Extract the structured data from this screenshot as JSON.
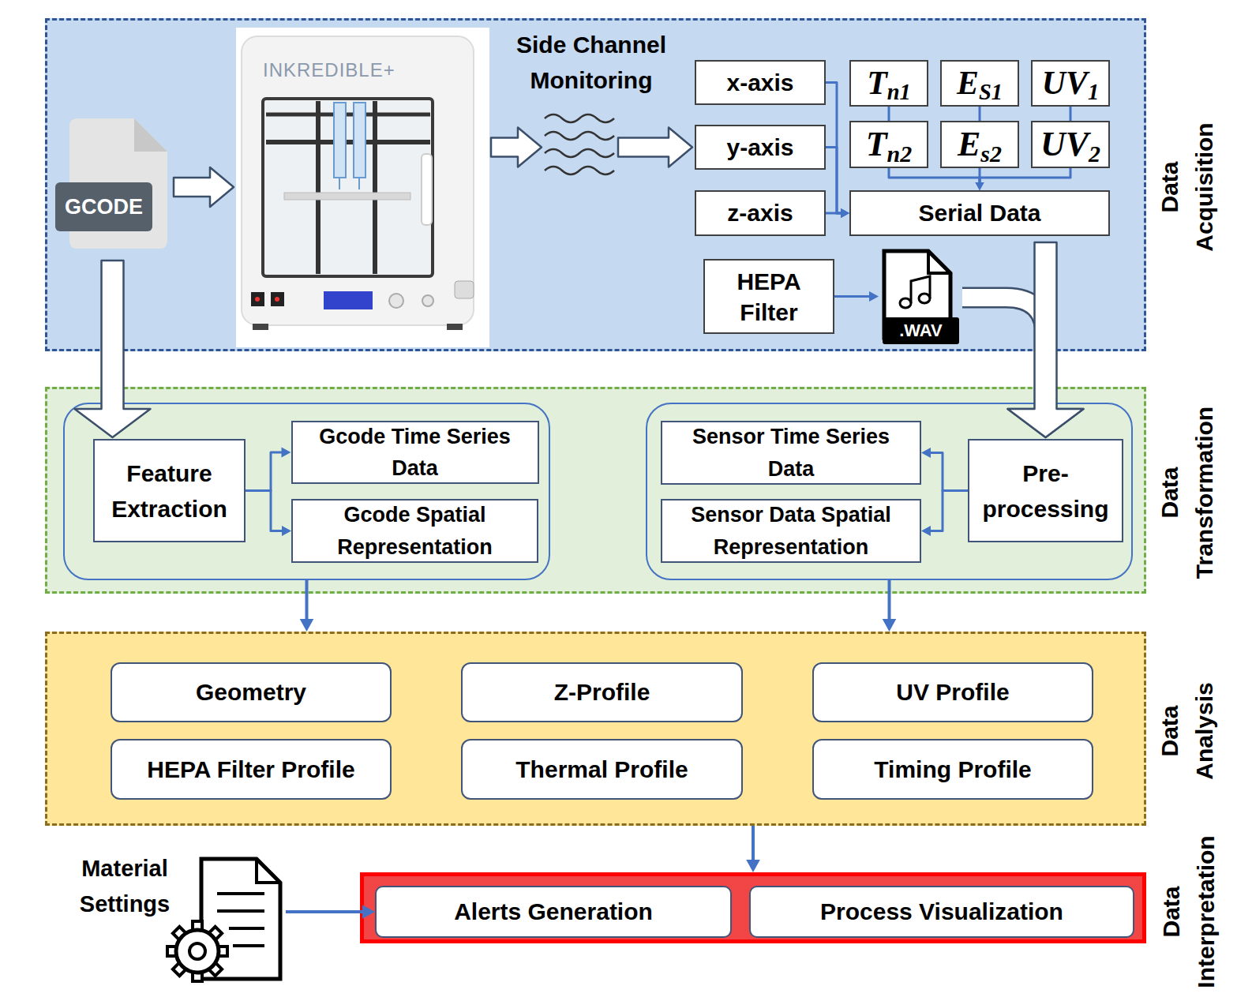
{
  "diagram": {
    "nodes": [
      {
        "text": [
          "Data Acquisition"
        ]
      },
      {
        "text": [
          "GCODE"
        ],
        "in": 0
      },
      {
        "text": [
          "INKREDIBLE+"
        ],
        "in": 0
      },
      {
        "text": [
          "x-axis"
        ],
        "in": 0
      },
      {
        "text": [
          "y-axis"
        ],
        "in": 0
      },
      {
        "text": [
          "z-axis"
        ],
        "in": 0
      },
      {
        "text": [
          "T",
          "n1"
        ],
        "in": 0
      },
      {
        "text": [
          "E",
          "S1"
        ],
        "in": 0
      },
      {
        "text": [
          "UV",
          "1"
        ],
        "in": 0
      },
      {
        "text": [
          "T",
          "n2"
        ],
        "in": 0
      },
      {
        "text": [
          "E",
          "s2"
        ],
        "in": 0
      },
      {
        "text": [
          "UV",
          "2"
        ],
        "in": 0
      },
      {
        "text": [
          "Serial Data"
        ],
        "in": 0
      },
      {
        "text": [
          "HEPA Filter"
        ],
        "in": 0
      },
      {
        "text": [
          ".WAV"
        ],
        "in": 0
      },
      {
        "text": [
          "Data Transformation"
        ]
      },
      {
        "text": [],
        "in": 15
      },
      {
        "text": [
          "Feature Extraction"
        ],
        "in": 16
      },
      {
        "text": [
          "Gcode Time Series Data"
        ],
        "in": 16
      },
      {
        "text": [
          "Gcode Spatial Representation"
        ],
        "in": 16
      },
      {
        "text": [],
        "in": 15
      },
      {
        "text": [
          "Sensor Time Series Data"
        ],
        "in": 20
      },
      {
        "text": [
          "Sensor Data Spatial Representation"
        ],
        "in": 20
      },
      {
        "text": [
          "Pre-processing"
        ],
        "in": 20
      },
      {
        "text": [
          "Data Analysis"
        ]
      },
      {
        "text": [
          "Geometry"
        ],
        "in": 24
      },
      {
        "text": [
          "Z-Profile"
        ],
        "in": 24
      },
      {
        "text": [
          "UV Profile"
        ],
        "in": 24
      },
      {
        "text": [
          "HEPA Filter Profile"
        ],
        "in": 24
      },
      {
        "text": [
          "Thermal Profile"
        ],
        "in": 24
      },
      {
        "text": [
          "Timing Profile"
        ],
        "in": 24
      },
      {
        "text": [
          "Material Settings"
        ]
      },
      {
        "text": [
          "Data Interpretation"
        ]
      },
      {
        "text": [
          "Alerts Generation"
        ],
        "in": 32
      },
      {
        "text": [
          "Process Visualization"
        ],
        "in": 32
      }
    ],
    "edges": [
      {
        "from": 1,
        "to": 2,
        "arrow": "to"
      },
      {
        "from": 2,
        "to": 4,
        "arrow": "to"
      },
      {
        "from": 3,
        "to": 12,
        "arrow": "to"
      },
      {
        "from": 4,
        "to": 12,
        "arrow": "to"
      },
      {
        "from": 5,
        "to": 12,
        "arrow": "to"
      },
      {
        "from": 6,
        "to": 9,
        "arrow": "none"
      },
      {
        "from": 7,
        "to": 10,
        "arrow": "none"
      },
      {
        "from": 8,
        "to": 11,
        "arrow": "none"
      },
      {
        "from": 9,
        "to": 12,
        "arrow": "to"
      },
      {
        "from": 10,
        "to": 12,
        "arrow": "to"
      },
      {
        "from": 11,
        "to": 12,
        "arrow": "to"
      },
      {
        "from": 13,
        "to": 14,
        "arrow": "to"
      },
      {
        "from": 14,
        "to": 23,
        "arrow": "to"
      },
      {
        "from": 12,
        "to": 23,
        "arrow": "to"
      },
      {
        "from": 1,
        "to": 17,
        "arrow": "to"
      },
      {
        "from": 17,
        "to": 18,
        "arrow": "to"
      },
      {
        "from": 17,
        "to": 19,
        "arrow": "to"
      },
      {
        "from": 23,
        "to": 21,
        "arrow": "to"
      },
      {
        "from": 23,
        "to": 22,
        "arrow": "to"
      },
      {
        "from": 16,
        "to": 24,
        "arrow": "to"
      },
      {
        "from": 20,
        "to": 24,
        "arrow": "to"
      },
      {
        "from": 24,
        "to": 32,
        "arrow": "to"
      },
      {
        "from": 31,
        "to": 33,
        "arrow": "to"
      }
    ],
    "labels": [
      "Side Channel Monitoring"
    ]
  }
}
